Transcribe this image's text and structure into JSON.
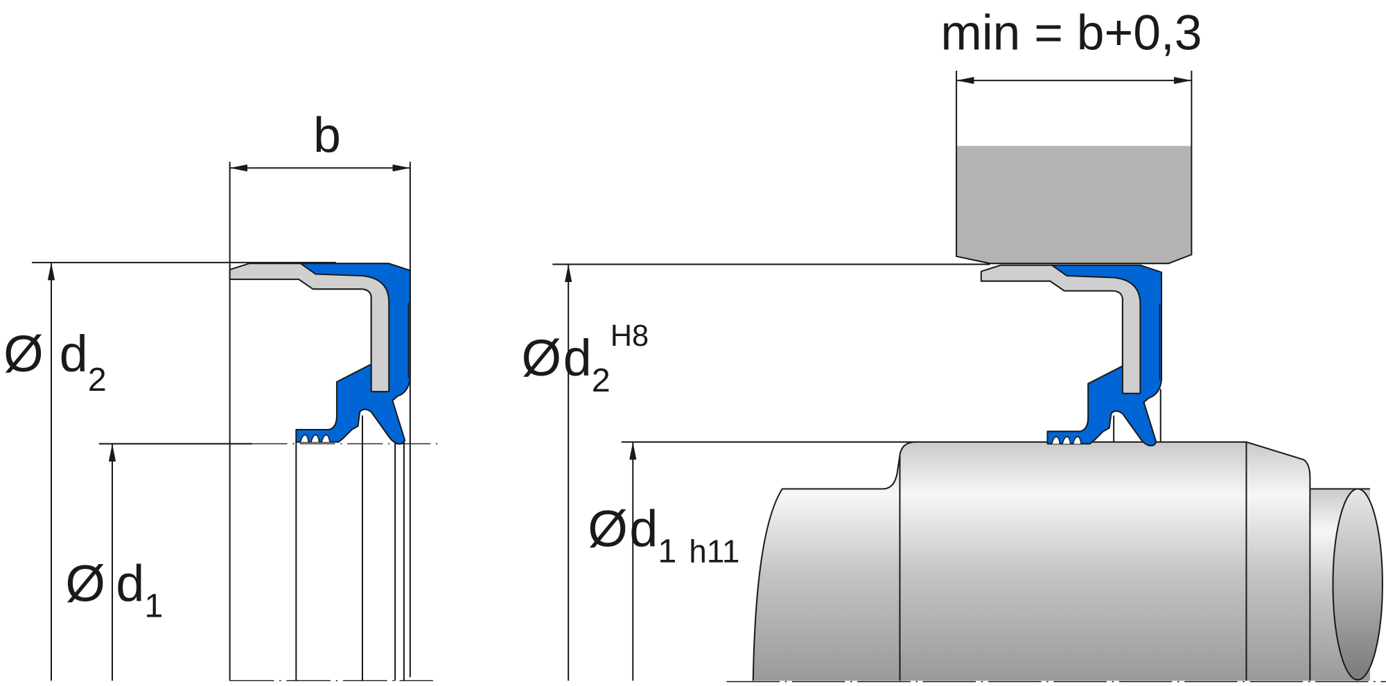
{
  "left_view": {
    "width_label": "b",
    "outer_diameter": {
      "symbol": "Ø",
      "letter": "d",
      "subscript": "2"
    },
    "inner_diameter": {
      "symbol": "Ø",
      "letter": "d",
      "subscript": "1"
    }
  },
  "right_view": {
    "housing_width_label": "min = b+0,3",
    "bore_diameter": {
      "symbol": "Ø",
      "letter": "d",
      "subscript": "2",
      "tolerance": "H8"
    },
    "shaft_diameter": {
      "symbol": "Ø",
      "letter": "d",
      "subscript": "1",
      "tolerance": "h11"
    }
  },
  "colors": {
    "seal": "#0066d6",
    "insert": "#cfcfcf",
    "housing": "#b3b3b3",
    "line": "#1a1a1a"
  }
}
